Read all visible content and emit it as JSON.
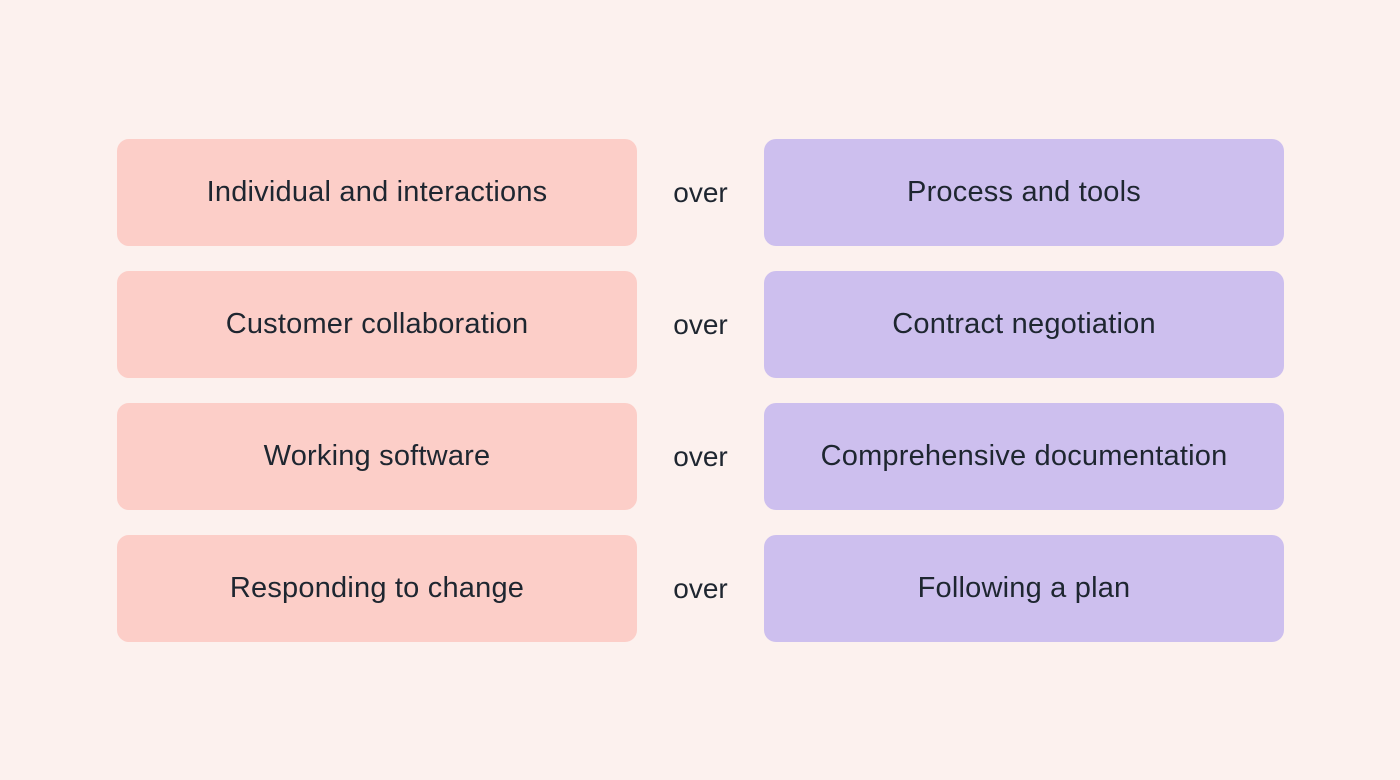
{
  "page": {
    "background_color": "#FCF1EE",
    "text_color": "#1E2630",
    "left_box_color": "#FCCEC8",
    "right_box_color": "#CDBFEE"
  },
  "connector_label": "over",
  "rows": [
    {
      "left": "Individual and interactions",
      "right": "Process and tools"
    },
    {
      "left": "Customer collaboration",
      "right": "Contract negotiation"
    },
    {
      "left": "Working software",
      "right": "Comprehensive documentation"
    },
    {
      "left": "Responding to change",
      "right": "Following a plan"
    }
  ]
}
